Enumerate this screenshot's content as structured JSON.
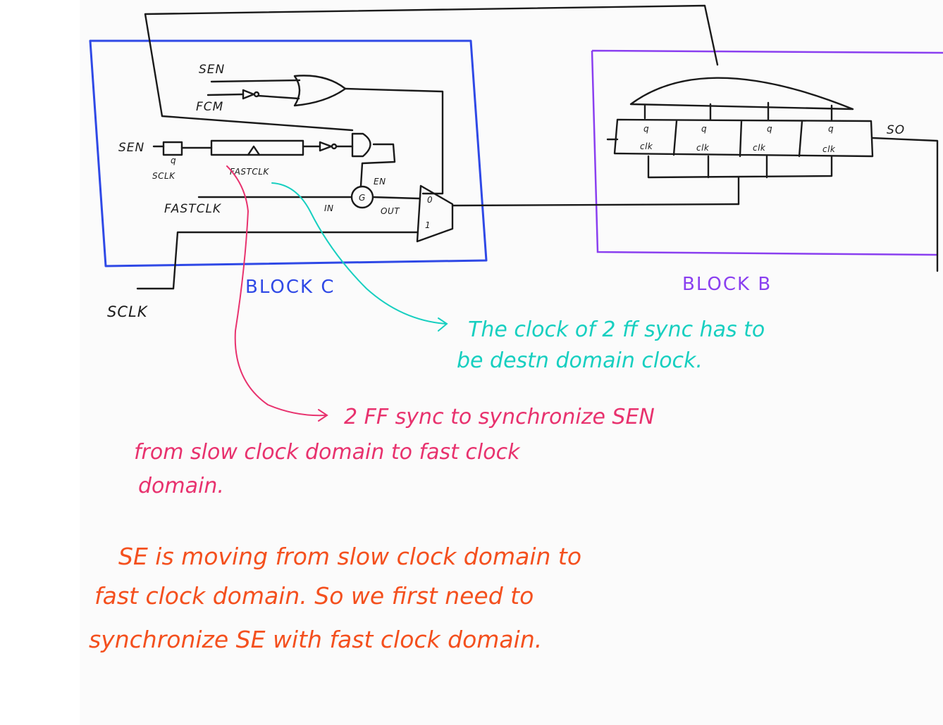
{
  "colors": {
    "block_c": "#2f49e6",
    "block_b": "#8a3ff0",
    "wire": "#1a1a1a",
    "teal_note": "#17cfc0",
    "pink_note": "#e8326e",
    "orange_note": "#f4501e"
  },
  "block_c": {
    "title": "BLOCK C",
    "labels": {
      "sen_top": "SEN",
      "fcm": "FCM",
      "sen_left": "SEN",
      "q": "q",
      "sclk_inner": "SCLK",
      "fastclk_sync": "FASTCLK",
      "en": "EN",
      "g": "G",
      "in": "IN",
      "out": "OUT",
      "fastclk_left": "FASTCLK",
      "mux0": "0",
      "mux1": "1"
    }
  },
  "sclk_label": "SCLK",
  "block_b": {
    "title": "BLOCK B",
    "so": "SO",
    "flops": [
      {
        "q": "q",
        "clk": "clk"
      },
      {
        "q": "q",
        "clk": "clk"
      },
      {
        "q": "q",
        "clk": "clk"
      },
      {
        "q": "q",
        "clk": "clk"
      }
    ]
  },
  "notes": {
    "teal": [
      "The clock of 2 ff sync has to",
      "be destn domain clock."
    ],
    "pink": [
      "2 FF sync to synchronize SEN",
      "from slow clock domain to fast clock",
      "domain."
    ],
    "orange": [
      "SE is moving from slow clock domain to",
      "fast clock domain. So we first need to",
      "synchronize SE with fast clock domain."
    ]
  }
}
